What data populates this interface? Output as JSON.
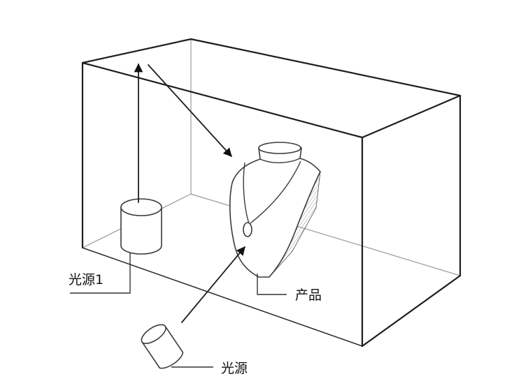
{
  "labels": {
    "light_source_1": "光源1",
    "product": "产品",
    "light_source": "光源"
  }
}
